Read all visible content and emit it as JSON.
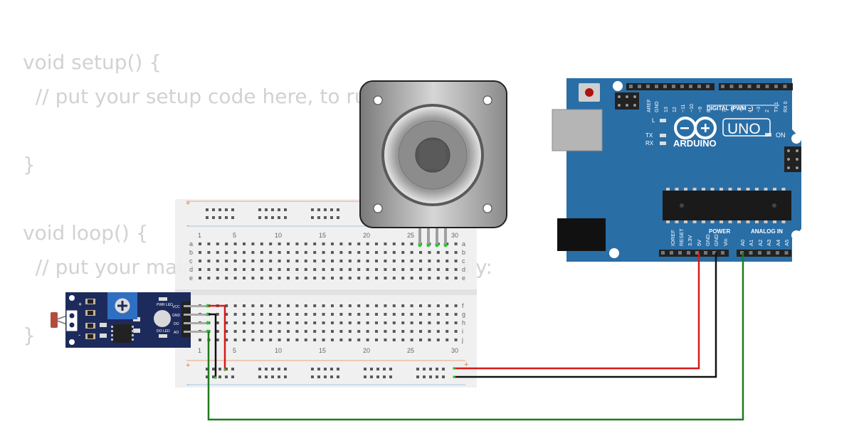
{
  "code": {
    "lines": [
      "void setup() {",
      "  // put your setup code here, to run once:",
      "",
      "}",
      "",
      "void loop() {",
      "  // put your main code here, to run repeatedly:",
      "",
      "}"
    ]
  },
  "breadboard": {
    "top_col_labels": [
      "1",
      "5",
      "10",
      "15",
      "20",
      "25",
      "30"
    ],
    "bottom_col_labels": [
      "1",
      "5",
      "10",
      "15",
      "20",
      "25",
      "30"
    ],
    "top_row_labels": [
      "a",
      "b",
      "c",
      "d",
      "e"
    ],
    "bottom_row_labels": [
      "f",
      "g",
      "h",
      "i",
      "j"
    ],
    "rail_plus": "+",
    "rail_minus": "-"
  },
  "arduino": {
    "brand": "ARDUINO",
    "model": "UNO",
    "digital_label": "DIGITAL (PWM ~)",
    "power_label": "POWER",
    "analog_label": "ANALOG IN",
    "on_label": "ON",
    "l_label": "L",
    "tx_label": "TX",
    "rx_label": "RX",
    "top_pins": [
      "AREF",
      "GND",
      "13",
      "12",
      "~11",
      "~10",
      "~9",
      "8",
      "7",
      "~6",
      "~5",
      "4",
      "~3",
      "2",
      "TX 1",
      "RX 0"
    ],
    "power_pins": [
      "IOREF",
      "RESET",
      "3.3V",
      "5V",
      "GND",
      "GND",
      "Vin"
    ],
    "analog_pins": [
      "A0",
      "A1",
      "A2",
      "A3",
      "A4",
      "A5"
    ]
  },
  "ldr_module": {
    "pins": [
      "VCC",
      "GND",
      "DO",
      "AO"
    ],
    "pwr_led": "PWR LED",
    "do_led": "DO LED",
    "plus": "+",
    "minus": "-"
  },
  "colors": {
    "wire_red": "#d71a1a",
    "wire_black": "#111111",
    "wire_green": "#1f7a1f",
    "arduino_blue": "#2a6ea6",
    "module_blue": "#1d2b5c"
  }
}
